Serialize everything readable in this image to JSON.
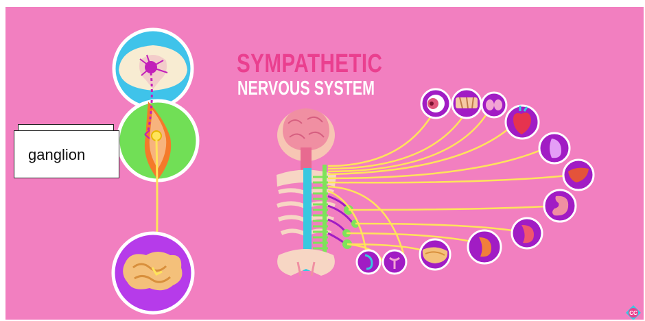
{
  "diagram": {
    "title_line1": "SYMPATHETIC",
    "title_line2": "NERVOUS SYSTEM",
    "callout_label": "ganglion",
    "logo_text": "CC"
  },
  "colors": {
    "background": "#f27fc0",
    "title_pink": "#ea3f8f",
    "nerve_yellow": "#ffe45a",
    "organ_purple": "#a11cc4",
    "ganglion_green": "#7ee35a",
    "spine_cyan": "#38c8e0"
  }
}
